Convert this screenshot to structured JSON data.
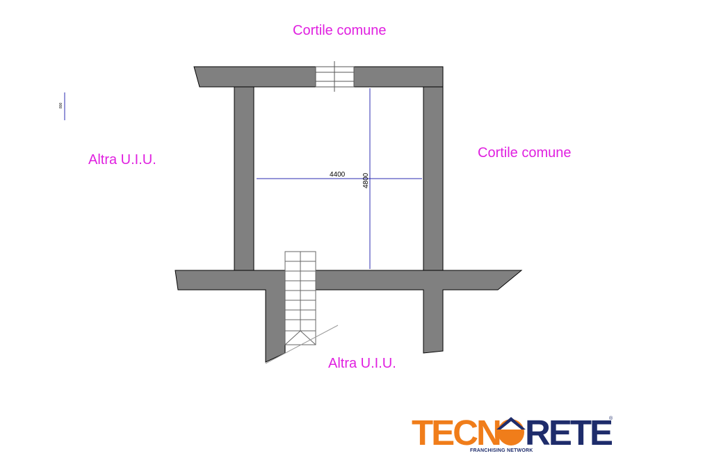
{
  "labels": {
    "top_courtyard": "Cortile comune",
    "right_courtyard": "Cortile comune",
    "left_unit": "Altra U.I.U.",
    "bottom_unit": "Altra U.I.U."
  },
  "dimensions": {
    "width": "4400",
    "height": "4800",
    "scale_marker": "800"
  },
  "colors": {
    "label_color": "#e020e0",
    "wall_fill": "#808080",
    "dimension_line": "#2b2bb0",
    "logo_orange": "#f07d1a",
    "logo_blue": "#1e2c6b"
  },
  "logo": {
    "part1": "TECN",
    "part2": "RETE",
    "subtitle": "FRANCHISING NETWORK",
    "trademark": "®"
  }
}
